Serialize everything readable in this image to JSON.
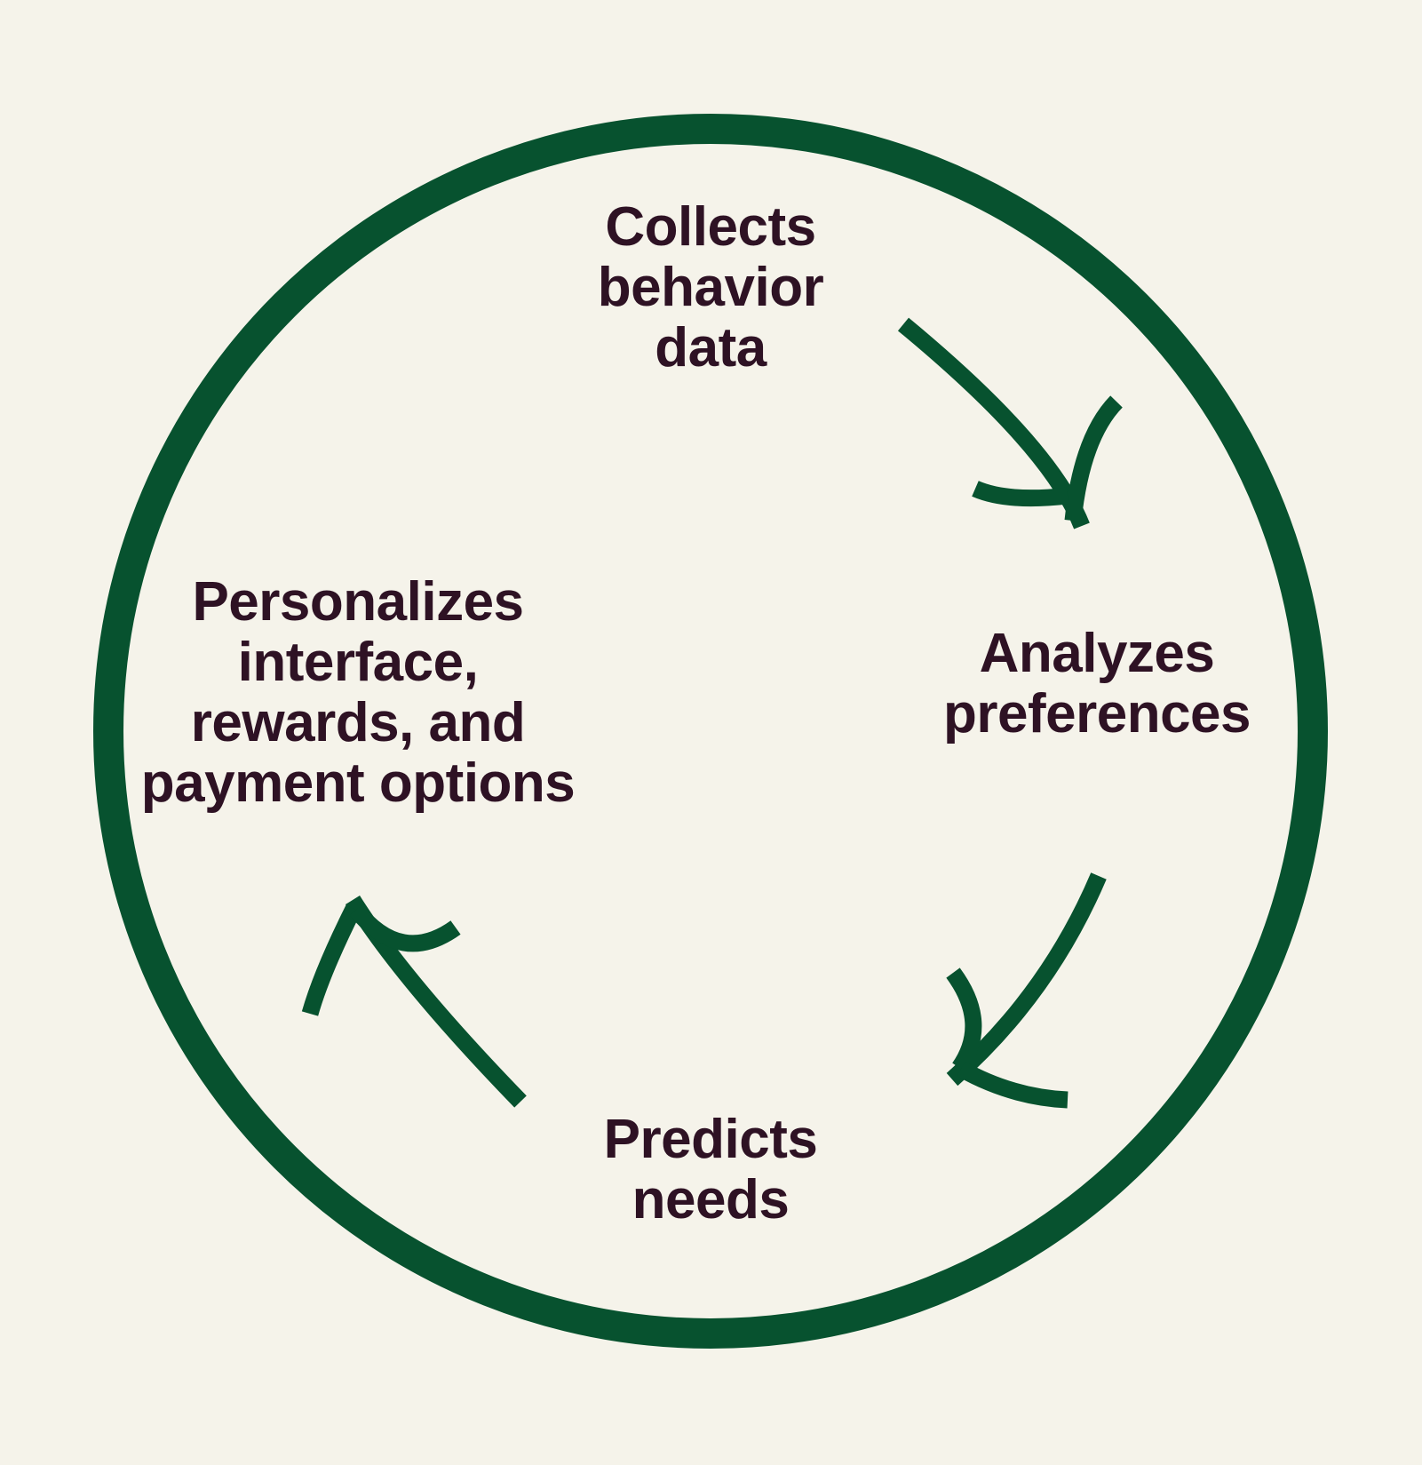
{
  "diagram": {
    "type": "cycle",
    "colors": {
      "background": "#F5F3EA",
      "ring": "#07522F",
      "arrow": "#07522F",
      "text": "#2E1224"
    },
    "stages": [
      {
        "name": "Collects behavior data",
        "position": "top",
        "lines": [
          "Collects",
          "behavior",
          "data"
        ]
      },
      {
        "name": "Analyzes preferences",
        "position": "right",
        "lines": [
          "Analyzes",
          "preferences"
        ]
      },
      {
        "name": "Predicts needs",
        "position": "bottom",
        "lines": [
          "Predicts",
          "needs"
        ]
      },
      {
        "name": "Personalizes interface, rewards, and payment options",
        "position": "left",
        "lines": [
          "Personalizes",
          "interface,",
          "rewards, and",
          "payment options"
        ]
      }
    ],
    "arrows": [
      {
        "from": "Collects behavior data",
        "to": "Analyzes preferences",
        "direction": "clockwise"
      },
      {
        "from": "Analyzes preferences",
        "to": "Predicts needs",
        "direction": "clockwise"
      },
      {
        "from": "Predicts needs",
        "to": "Personalizes interface, rewards, and payment options",
        "direction": "clockwise"
      }
    ]
  }
}
